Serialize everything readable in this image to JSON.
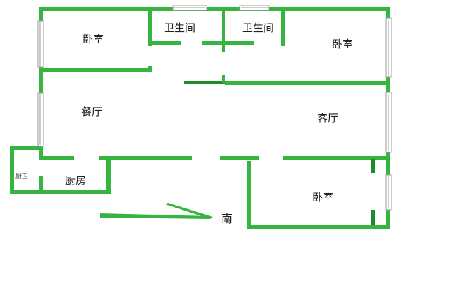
{
  "floor_plan": {
    "rooms": {
      "bedroom_top_left": "卧室",
      "bathroom_left": "卫生间",
      "bathroom_right": "卫生间",
      "bedroom_top_right": "卧室",
      "dining_room": "餐厅",
      "living_room": "客厅",
      "kitchen": "厨房",
      "bedroom_bottom_right": "卧室",
      "utility_nook": "厨卫"
    },
    "compass": {
      "direction_label": "南"
    },
    "colors": {
      "wall": "#35b53f",
      "window_frame": "#9a9a9a",
      "background": "#ffffff"
    }
  }
}
